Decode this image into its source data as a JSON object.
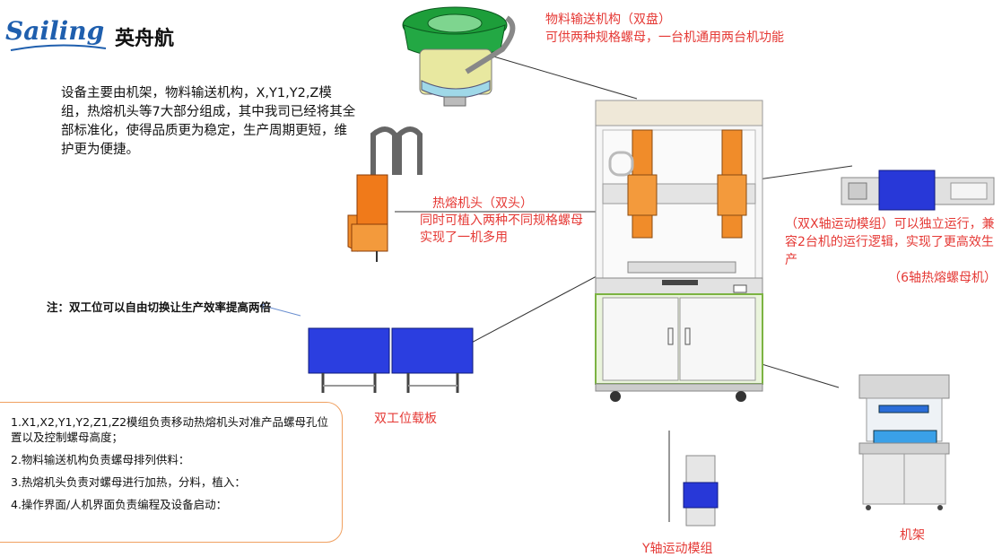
{
  "logo": {
    "script": "Sailing",
    "name": "英舟航"
  },
  "intro": "设备主要由机架，物料输送机构，X,Y1,Y2,Z模组，热熔机头等7大部分组成，其中我司已经将其全部标准化，使得品质更为稳定，生产周期更短，维护更为便捷。",
  "feeder": {
    "title": "物料输送机构（双盘）",
    "desc": "可供两种规格螺母，一台机通用两台机功能"
  },
  "head": {
    "title": "热熔机头（双头）",
    "desc": "同时可植入两种不同规格螺母实现了一机多用"
  },
  "x_module": {
    "desc": "（双X轴运动模组）可以独立运行，兼容2台机的运行逻辑，实现了更高效生产",
    "model": "（6轴热熔螺母机）"
  },
  "note": "注：双工位可以自由切换让生产效率提高两倍",
  "station": "双工位载板",
  "y_module": "Y轴运动模组",
  "frame": "机架",
  "steps": [
    "1.X1,X2,Y1,Y2,Z1,Z2模组负责移动热熔机头对准产品螺母孔位置以及控制螺母高度；",
    "2.物料输送机构负责螺母排列供料：",
    "3.热熔机头负责对螺母进行加热，分料，植入：",
    "4.操作界面/人机界面负责编程及设备启动："
  ],
  "colors": {
    "accent_red": "#e53935",
    "logo_blue": "#1f5fae",
    "module_blue": "#2838d8",
    "box_orange": "#f0a060"
  }
}
